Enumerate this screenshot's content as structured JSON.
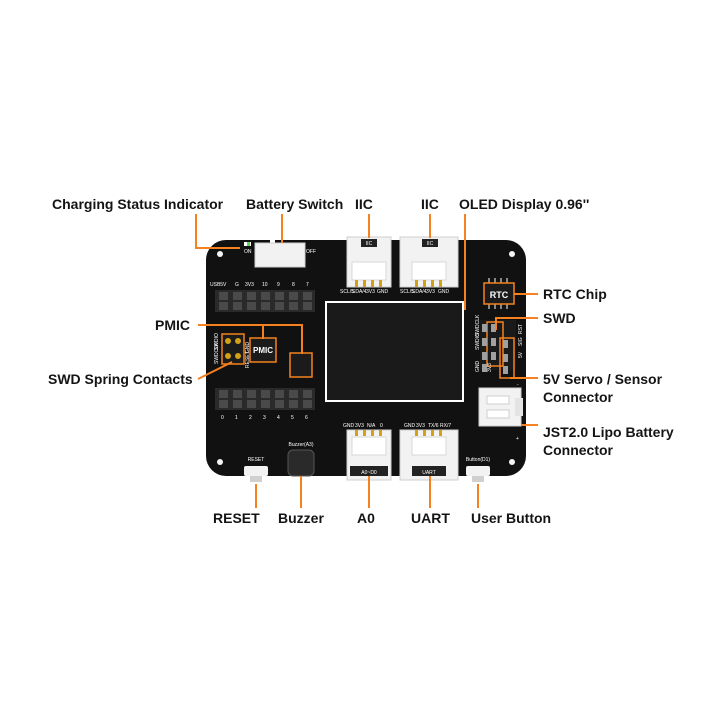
{
  "callouts": {
    "charging_status_indicator": "Charging Status Indicator",
    "battery_switch": "Battery Switch",
    "iic_left": "IIC",
    "iic_right": "IIC",
    "oled_display": "OLED Display 0.96''",
    "rtc_chip": "RTC Chip",
    "swd": "SWD",
    "pmic": "PMIC",
    "swd_spring_contacts": "SWD Spring Contacts",
    "servo_sensor_connector": "5V Servo / Sensor Connector",
    "jst_lipo_connector": "JST2.0 Lipo Battery Connector",
    "reset": "RESET",
    "buzzer": "Buzzer",
    "a0": "A0",
    "uart": "UART",
    "user_button": "User Button"
  },
  "board": {
    "on_label": "ON",
    "off_label": "OFF",
    "top_header_labels": [
      "USB5V",
      "G",
      "3V3",
      "10",
      "9",
      "8",
      "7"
    ],
    "bottom_header_labels": [
      "0",
      "1",
      "2",
      "3",
      "4",
      "5",
      "6"
    ],
    "iic_tag": "IIC",
    "iic_pins": [
      "SCL/5",
      "SDA/4",
      "3V3",
      "GND"
    ],
    "a0_tag": "A0~D0",
    "a0_pins": [
      "GND",
      "3V3",
      "N/A",
      "0"
    ],
    "uart_tag": "UART",
    "uart_pins": [
      "GND",
      "3V3",
      "TX/6",
      "RX/7"
    ],
    "pmic_chip": "PMIC",
    "rtc_chip": "RTC",
    "swd_header_labels": [
      "SWDCLK",
      "SWDIO",
      "RST"
    ],
    "swd_contact_labels": [
      "SWDIO",
      "SWDCLK",
      "RESET",
      "GND"
    ],
    "servo_labels": [
      "GND",
      "3V3",
      "SIG",
      "5V",
      "RST"
    ],
    "reset_label": "RESET",
    "buzzer_label": "Buzzer(A3)",
    "button_label": "Button(D1)",
    "battery_polarity": [
      "-",
      "+"
    ]
  },
  "colors": {
    "board": "#111111",
    "accent": "#f5821f",
    "gold": "#d4a017",
    "connector": "#f2f2f2",
    "text": "#141414"
  }
}
